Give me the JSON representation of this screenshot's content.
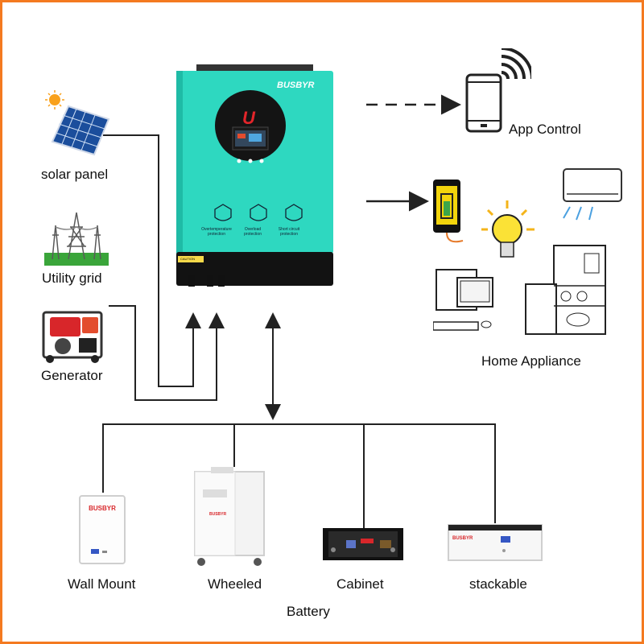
{
  "inverter": {
    "brand": "BUSBYR",
    "badges": [
      "Overtemperature protection",
      "Overload protection",
      "Short circuit protection"
    ],
    "caution": "CAUTION"
  },
  "inputs": {
    "solar": "solar panel",
    "grid": "Utility grid",
    "generator": "Generator"
  },
  "outputs": {
    "app": "App Control",
    "home": "Home Appliance"
  },
  "battery": {
    "title": "Battery",
    "types": [
      "Wall Mount",
      "Wheeled",
      "Cabinet",
      "stackable"
    ],
    "brand_mark": "BUSBYR"
  },
  "colors": {
    "frame": "#f47a20",
    "inverter_teal": "#2ed8c0",
    "line": "#222222"
  }
}
